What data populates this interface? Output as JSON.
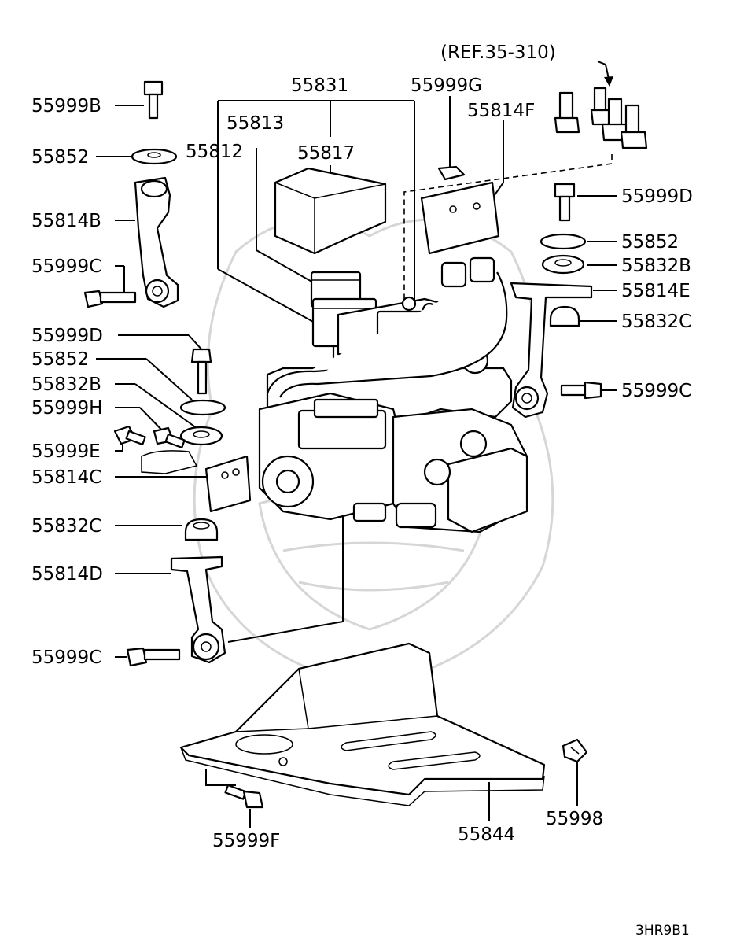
{
  "diagram": {
    "reference": "(REF.35-310)",
    "code": "3HR9B1",
    "labels": {
      "p55831": "55831",
      "p55999G": "55999G",
      "p55813": "55813",
      "p55814F": "55814F",
      "p55812": "55812",
      "p55817": "55817",
      "p55999B": "55999B",
      "p55852_top": "55852",
      "p55814B": "55814B",
      "p55999C_left": "55999C",
      "p55999D_left": "55999D",
      "p55852_left": "55852",
      "p55832B_left": "55832B",
      "p55999H": "55999H",
      "p55999E": "55999E",
      "p55814C": "55814C",
      "p55832C_left": "55832C",
      "p55814D": "55814D",
      "p55999C_bottom": "55999C",
      "p55999D_right": "55999D",
      "p55852_right": "55852",
      "p55832B_right": "55832B",
      "p55814E": "55814E",
      "p55832C_right": "55832C",
      "p55999C_right": "55999C",
      "p55999F": "55999F",
      "p55844": "55844",
      "p55998": "55998"
    }
  }
}
